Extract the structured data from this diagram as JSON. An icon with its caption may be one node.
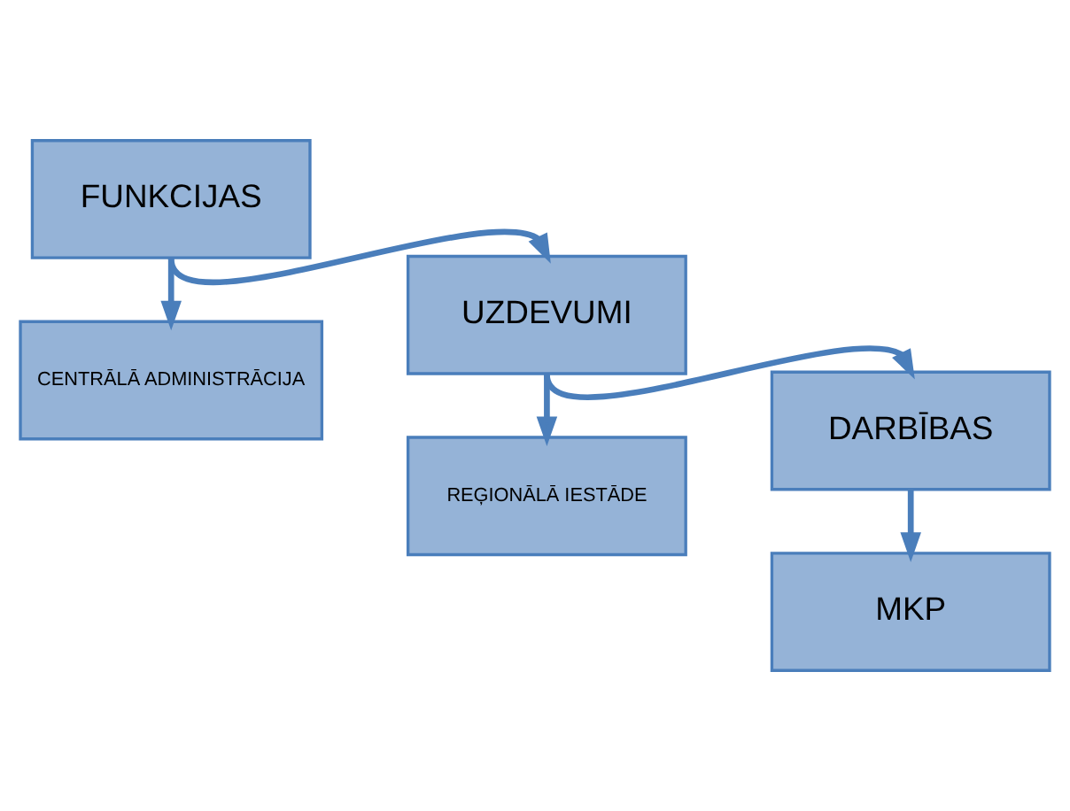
{
  "diagram": {
    "nodes": [
      {
        "text": [
          "FUNKCIJAS"
        ]
      },
      {
        "text": [
          "CENTRĀLĀ ADMINISTRĀCIJA"
        ]
      },
      {
        "text": [
          "UZDEVUMI"
        ]
      },
      {
        "text": [
          "REĢIONĀLĀ IESTĀDE"
        ]
      },
      {
        "text": [
          "DARBĪBAS"
        ]
      },
      {
        "text": [
          "MKP"
        ]
      }
    ],
    "edges": [
      {
        "from": 0,
        "to": 1,
        "arrow": "to"
      },
      {
        "from": 0,
        "to": 2,
        "arrow": "to"
      },
      {
        "from": 2,
        "to": 3,
        "arrow": "to"
      },
      {
        "from": 2,
        "to": 4,
        "arrow": "to"
      },
      {
        "from": 4,
        "to": 5,
        "arrow": "to"
      }
    ]
  }
}
